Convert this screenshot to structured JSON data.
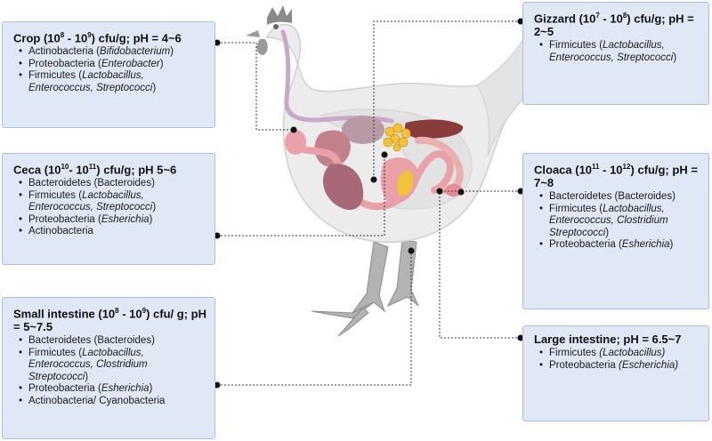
{
  "boxes": {
    "crop": {
      "title": [
        "Crop (10",
        "8",
        " - 10",
        "9",
        ") cfu/g; pH = 4~6"
      ],
      "items": [
        [
          "Actinobacteria (",
          "Bifidobacterium",
          ")"
        ],
        [
          "Proteobacteria (",
          "Enterobacter",
          ")"
        ],
        [
          "Firmicutes (",
          "Lactobacillus, Enterococcus, Streptococci",
          ")"
        ]
      ]
    },
    "ceca": {
      "title": [
        "Ceca (10",
        "10",
        "- 10",
        "11",
        ")  cfu/g; pH 5~6"
      ],
      "items": [
        [
          "Bacteroidetes (Bacteroides)",
          "",
          ""
        ],
        [
          "Firmicutes (",
          "Lactobacillus, Enterococcus, Streptococci",
          ")"
        ],
        [
          "Proteobacteria (",
          "Esherichia",
          ")"
        ],
        [
          "Actinobacteria",
          "",
          ""
        ]
      ]
    },
    "small_intestine": {
      "title": [
        "Small intestine (10",
        "8",
        " - 10",
        "9",
        ") cfu/ g; pH = 5~7.5"
      ],
      "items": [
        [
          "Bacteroidetes (Bacteroides)",
          "",
          ""
        ],
        [
          "Firmicutes (",
          "Lactobacillus, Enterococcus, Clostridium Streptococci",
          ")"
        ],
        [
          "Proteobacteria (",
          "Esherichia",
          ")"
        ],
        [
          "Actinobacteria/ Cyanobacteria",
          "",
          ""
        ]
      ]
    },
    "gizzard": {
      "title": [
        "Gizzard (10",
        "7",
        " - 10",
        "8",
        ") cfu/g; pH = 2~5"
      ],
      "items": [
        [
          "Firmicutes (",
          "Lactobacillus, Enterococcus, Streptococci",
          ")"
        ]
      ]
    },
    "cloaca": {
      "title": [
        "Cloaca (10",
        "11",
        " - 10",
        "12",
        ") cfu/g; pH = 7~8"
      ],
      "items": [
        [
          "Bacteroidetes (Bacteroides)",
          "",
          ""
        ],
        [
          "Firmicutes (",
          "Lactobacillus, Enterococcus, Clostridium Streptococci",
          ")"
        ],
        [
          "Proteobacteria (",
          "Esherichia",
          ")"
        ]
      ]
    },
    "large_intestine": {
      "title": [
        "Large intestine; pH = 6.5~7",
        "",
        "",
        "",
        ""
      ],
      "items": [
        [
          "Firmicutes ",
          "(Lactobacillus)",
          ""
        ],
        [
          "Proteobacteria ",
          "(Escherichia)",
          ""
        ]
      ]
    }
  },
  "colors": {
    "box_fill": "#dfe8f4",
    "box_border": "#a9bfdc",
    "connector": "#333333",
    "body": "#ececec",
    "comb": "#8a8a8a",
    "esophagus": "#c8a8c8",
    "intestine": "#e9a0a8",
    "gizzard": "#a06a78",
    "liver": "#8a3c3c",
    "pancreas": "#f2c23a",
    "cloaca": "#e98b96"
  }
}
